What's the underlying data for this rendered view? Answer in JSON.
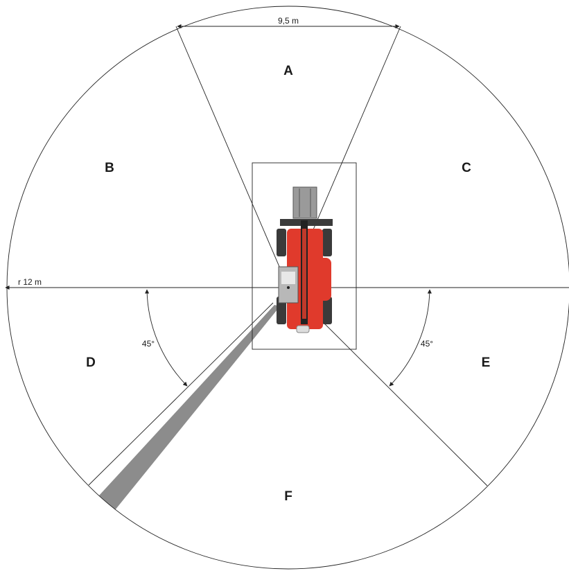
{
  "zones": {
    "a": "A",
    "b": "B",
    "c": "C",
    "d": "D",
    "e": "E",
    "f": "F"
  },
  "dimensions": {
    "width": "9,5 m",
    "radius": "r 12 m",
    "angle_left": "45°",
    "angle_right": "45°"
  },
  "colors": {
    "line": "#222222",
    "boom_shadow": "#8c8c8c",
    "machine_body": "#e03a2c",
    "machine_dark": "#3a3a3a",
    "machine_grey": "#9a9a9a"
  }
}
